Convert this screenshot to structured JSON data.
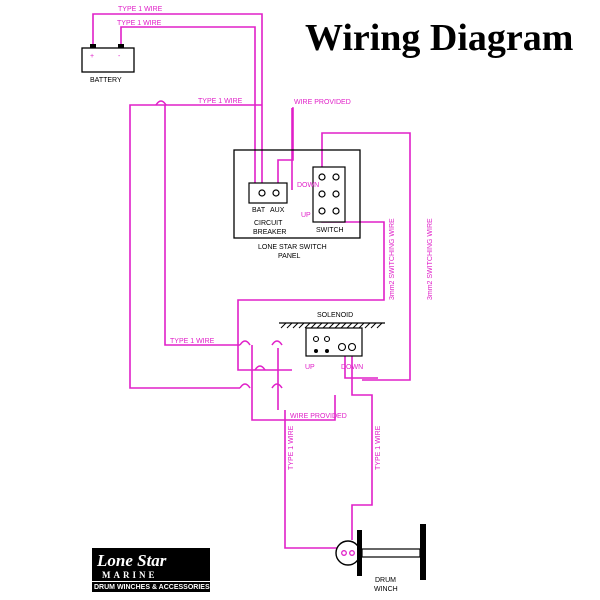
{
  "title": "Wiring Diagram",
  "labels": {
    "battery": "BATTERY",
    "battery_plus": "+",
    "battery_minus": "-",
    "type1_top1": "TYPE 1 WIRE",
    "type1_top2": "TYPE 1 WIRE",
    "type1_mid": "TYPE 1 WIRE",
    "wire_provided_top": "WIRE PROVIDED",
    "down": "DOWN",
    "up": "UP",
    "bat": "BAT",
    "aux": "AUX",
    "circuit": "CIRCUIT",
    "breaker": "BREAKER",
    "switch": "SWITCH",
    "panel_line1": "LONE STAR SWITCH",
    "panel_line2": "PANEL",
    "switching_wire_1": "3mm2 SWITCHING WIRE",
    "switching_wire_2": "3mm2 SWITCHING WIRE",
    "solenoid": "SOLENOID",
    "type1_left": "TYPE 1 WIRE",
    "sol_up": "UP",
    "sol_down": "DOWN",
    "wire_provided_bottom": "WIRE PROVIDED",
    "type1_vert_left": "TYPE 1 WIRE",
    "type1_vert_right": "TYPE 1 WIRE",
    "drum": "DRUM",
    "winch": "WINCH"
  },
  "logo": {
    "line1": "Lone Star",
    "line2": "MARINE",
    "tagline": "DRUM WINCHES & ACCESSORIES"
  },
  "colors": {
    "wire": "#e020c8",
    "ink": "#000000"
  }
}
